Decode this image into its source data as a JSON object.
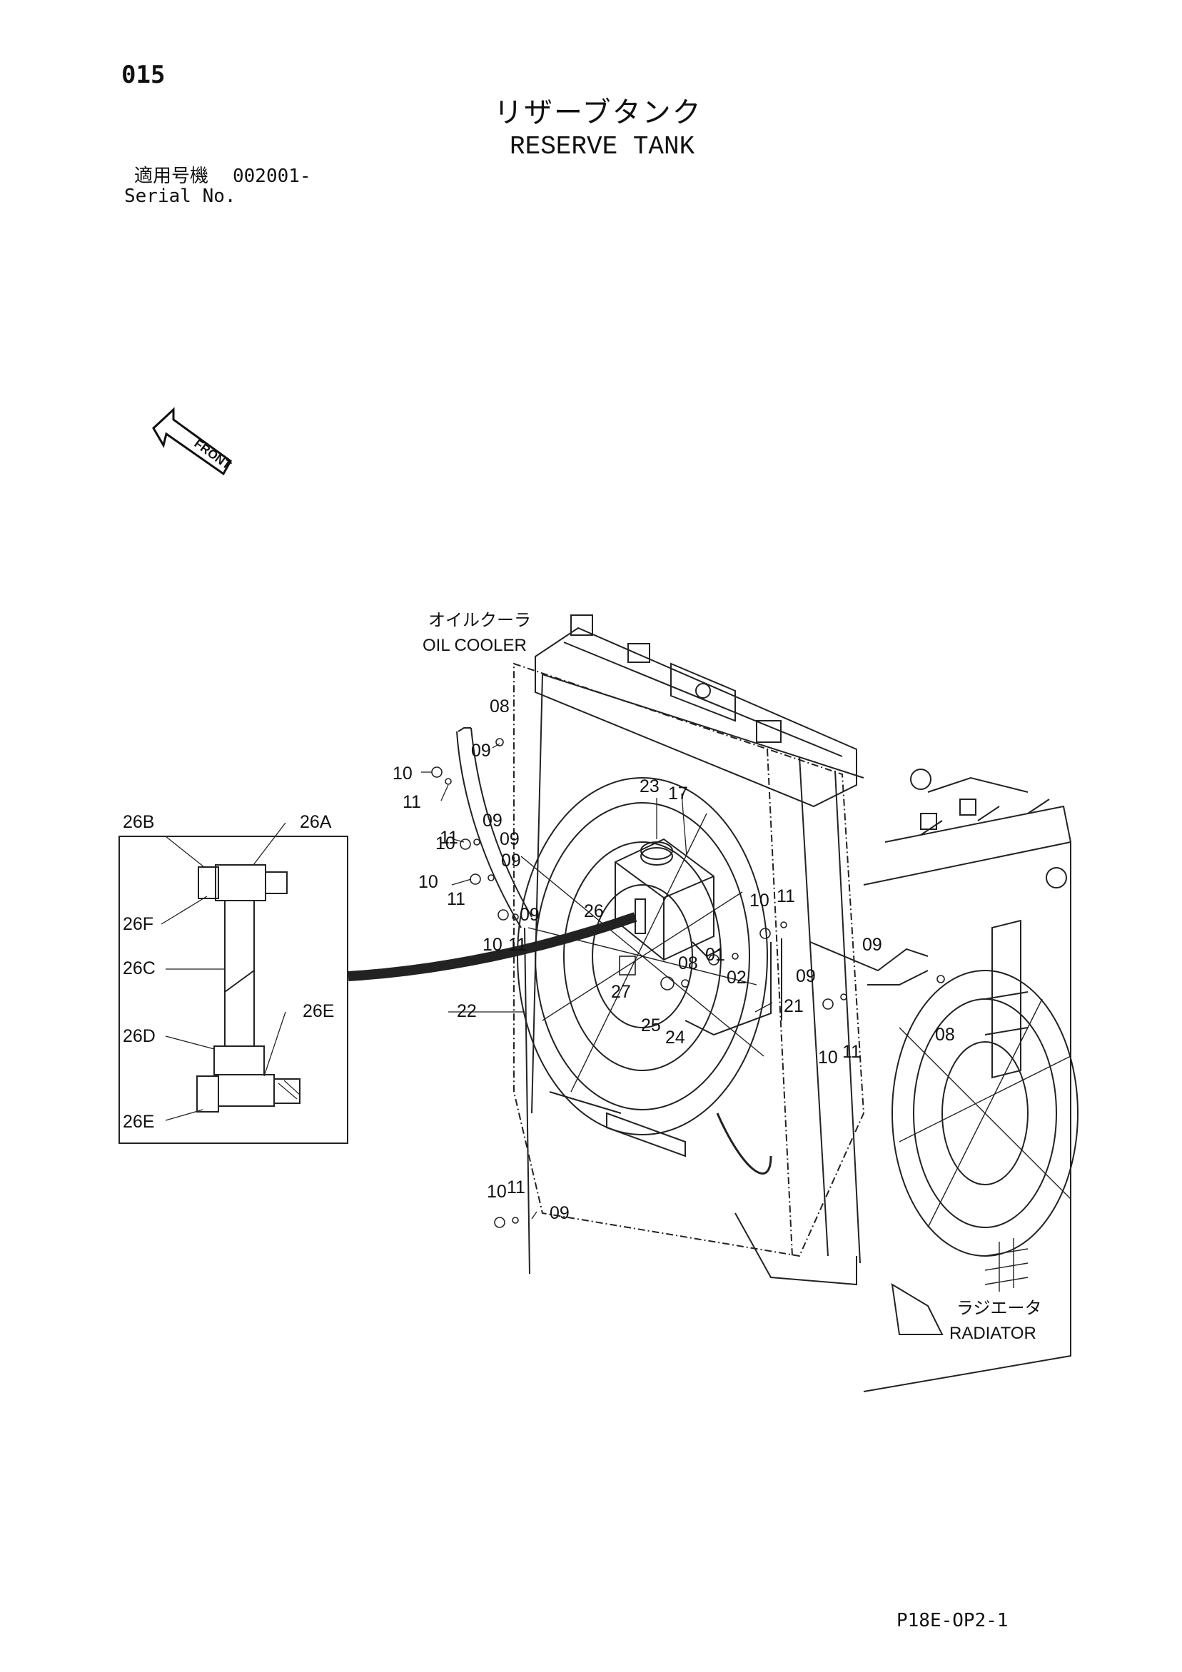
{
  "header": {
    "page_number": "015",
    "title_jp": "リザーブタンク",
    "title_en": "RESERVE TANK",
    "serial_label_jp": "適用号機",
    "serial_value": "002001-",
    "serial_label_en": "Serial No."
  },
  "front_marker": "FRONT",
  "components": {
    "oil_cooler_jp": "オイルクーラ",
    "oil_cooler_en": "OIL COOLER",
    "radiator_jp": "ラジエータ",
    "radiator_en": "RADIATOR"
  },
  "detail_callouts": [
    "26A",
    "26B",
    "26C",
    "26D",
    "26E",
    "26E",
    "26F"
  ],
  "part_callouts": [
    "01",
    "02",
    "08",
    "08",
    "08",
    "09",
    "09",
    "09",
    "09",
    "09",
    "09",
    "09",
    "09",
    "10",
    "10",
    "10",
    "10",
    "10",
    "10",
    "10",
    "11",
    "11",
    "11",
    "11",
    "11",
    "11",
    "11",
    "17",
    "21",
    "22",
    "23",
    "24",
    "25",
    "26",
    "27"
  ],
  "footer": {
    "drawing_code": "P18E-OP2-1"
  }
}
